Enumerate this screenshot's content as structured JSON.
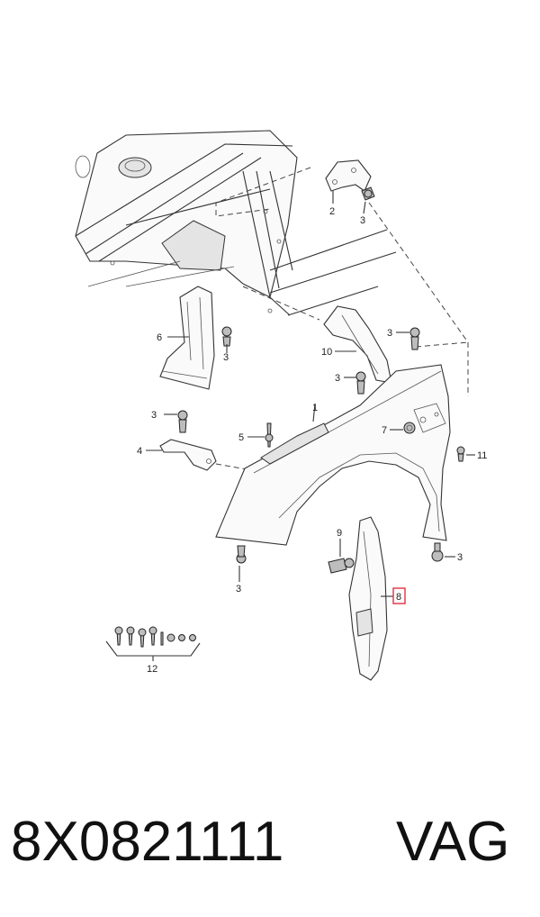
{
  "callouts": [
    {
      "id": "c2",
      "text": "2"
    },
    {
      "id": "c3a",
      "text": "3"
    },
    {
      "id": "c6",
      "text": "6"
    },
    {
      "id": "c3b",
      "text": "3"
    },
    {
      "id": "c10",
      "text": "10"
    },
    {
      "id": "c3c",
      "text": "3"
    },
    {
      "id": "c3d",
      "text": "3"
    },
    {
      "id": "c1",
      "text": "1"
    },
    {
      "id": "c3e",
      "text": "3"
    },
    {
      "id": "c7",
      "text": "7"
    },
    {
      "id": "c5",
      "text": "5"
    },
    {
      "id": "c4",
      "text": "4"
    },
    {
      "id": "c11",
      "text": "11"
    },
    {
      "id": "c9",
      "text": "9"
    },
    {
      "id": "c3f",
      "text": "3"
    },
    {
      "id": "c8",
      "text": "8"
    },
    {
      "id": "c3g",
      "text": "3"
    },
    {
      "id": "c12",
      "text": "12"
    }
  ],
  "highlighted_callout": "8",
  "highlight_color": "#e03040",
  "caption": {
    "part_number": "8X0821111",
    "brand": "VAG"
  }
}
